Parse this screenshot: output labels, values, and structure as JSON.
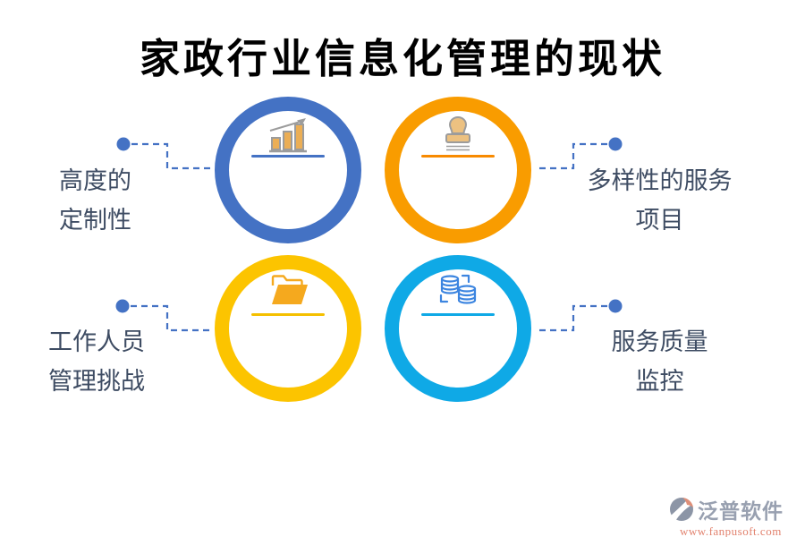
{
  "title": "家政行业信息化管理的现状",
  "colors": {
    "ring_blue": "#4472C4",
    "ring_orange": "#F99C00",
    "ring_yellow": "#FCC400",
    "ring_cyan": "#0FA9E6",
    "connector": "#4472C4",
    "label_text": "#3E4C63",
    "title_text": "#000000",
    "logo_text": "#98A0B0",
    "logo_url_text": "#E2826E"
  },
  "items": [
    {
      "icon": "bar-chart-icon",
      "ring_color": "#4472C4",
      "label_line1": "高度的",
      "label_line2": "定制性",
      "side": "left"
    },
    {
      "icon": "stamp-icon",
      "ring_color": "#F99C00",
      "label_line1": "多样性的服务",
      "label_line2": "项目",
      "side": "right"
    },
    {
      "icon": "folder-icon",
      "ring_color": "#FCC400",
      "label_line1": "工作人员",
      "label_line2": "管理挑战",
      "side": "left"
    },
    {
      "icon": "database-icon",
      "ring_color": "#0FA9E6",
      "label_line1": "服务质量",
      "label_line2": "监控",
      "side": "right"
    }
  ],
  "logo": {
    "name": "泛普软件",
    "url": "www.fanpusoft.com"
  }
}
